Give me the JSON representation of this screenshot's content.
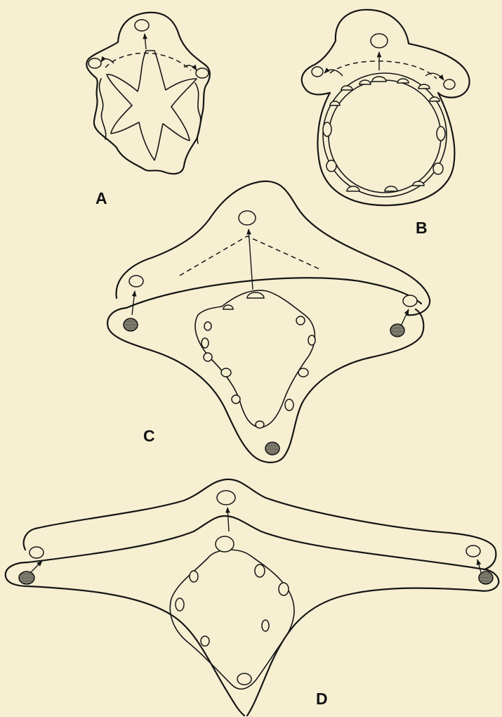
{
  "figure": {
    "panels": [
      {
        "id": "A",
        "label": "A"
      },
      {
        "id": "B",
        "label": "B"
      },
      {
        "id": "C",
        "label": "C"
      },
      {
        "id": "D",
        "label": "D"
      }
    ]
  },
  "colors": {
    "background": "#f6efd2",
    "ink": "#161616"
  }
}
